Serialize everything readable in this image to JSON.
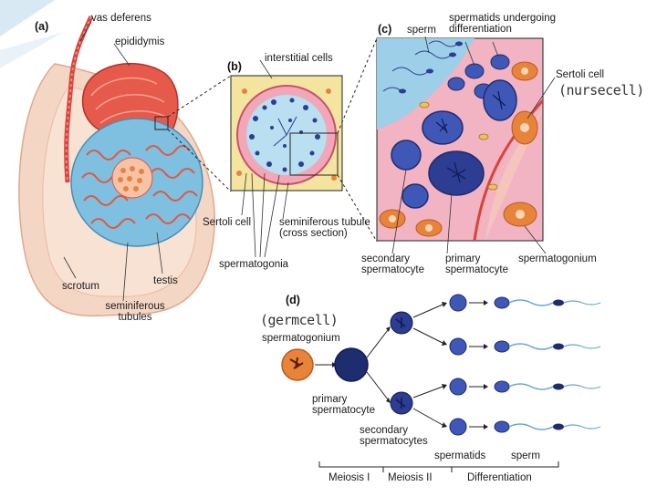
{
  "panels": {
    "a": "(a)",
    "b": "(b)",
    "c": "(c)",
    "d": "(d)"
  },
  "labels": {
    "vas_deferens": "vas deferens",
    "epididymis": "epididymis",
    "scrotum": "scrotum",
    "testis": "testis",
    "seminiferous_tubules": "seminiferous tubules",
    "interstitial_cells": "interstitial cells",
    "sertoli_cell_b": "Sertoli cell",
    "seminiferous_tubule_cross": "seminiferous tubule (cross section)",
    "spermatogonia": "spermatogonia",
    "sperm_c": "sperm",
    "spermatids_diff": "spermatids undergoing differentiation",
    "sertoli_cell_c": "Sertoli cell",
    "secondary_spermatocyte": "secondary spermatocyte",
    "primary_spermatocyte": "primary spermatocyte",
    "spermatogonium_c": "spermatogonium",
    "spermatogonium_d": "spermatogonium",
    "primary_spermatocyte_d": "primary spermatocyte",
    "secondary_spermatocytes_d": "secondary spermatocytes",
    "spermatids_d": "spermatids",
    "sperm_d": "sperm"
  },
  "handwritten": {
    "nurse": "(nursecell)",
    "germ": "(germcell)"
  },
  "phases": [
    "Meiosis I",
    "Meiosis II",
    "Differentiation"
  ],
  "colors": {
    "tissue_red": "#d9433b",
    "tubule_blue": "#7fbfe0",
    "skin_pink": "#f3c9b4",
    "cell_blue": "#2c3d92",
    "cell_orange": "#e8833a",
    "tubule_pink": "#f2a7b8"
  }
}
